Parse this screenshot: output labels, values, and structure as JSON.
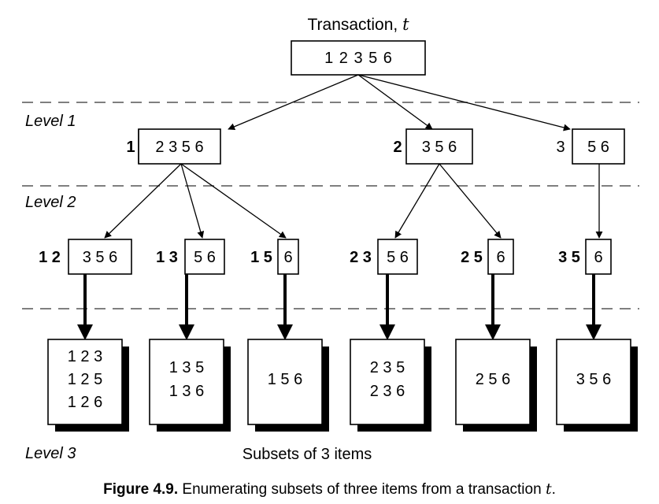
{
  "title": {
    "text": "Transaction, ",
    "var": "t"
  },
  "root": "1 2 3 5 6",
  "levels": {
    "l1": "Level 1",
    "l2": "Level 2",
    "l3": "Level 3"
  },
  "level1": [
    {
      "prefix": "1",
      "rest": "2 3 5 6"
    },
    {
      "prefix": "2",
      "rest": "3 5 6"
    },
    {
      "prefix": "3",
      "rest": "5 6"
    }
  ],
  "level2": [
    {
      "prefix": "1 2",
      "rest": "3 5 6"
    },
    {
      "prefix": "1 3",
      "rest": "5 6"
    },
    {
      "prefix": "1 5",
      "rest": "6"
    },
    {
      "prefix": "2 3",
      "rest": "5 6"
    },
    {
      "prefix": "2 5",
      "rest": "6"
    },
    {
      "prefix": "3 5",
      "rest": "6"
    }
  ],
  "level3": [
    [
      "1 2 3",
      "1 2 5",
      "1 2 6"
    ],
    [
      "1 3 5",
      "1 3 6"
    ],
    [
      "1 5 6"
    ],
    [
      "2 3 5",
      "2 3 6"
    ],
    [
      "2 5 6"
    ],
    [
      "3 5 6"
    ]
  ],
  "subsets_label": "Subsets of 3 items",
  "caption": {
    "label": "Figure 4.9.",
    "text": " Enumerating subsets of three items from a transaction ",
    "var": "t",
    "end": "."
  }
}
